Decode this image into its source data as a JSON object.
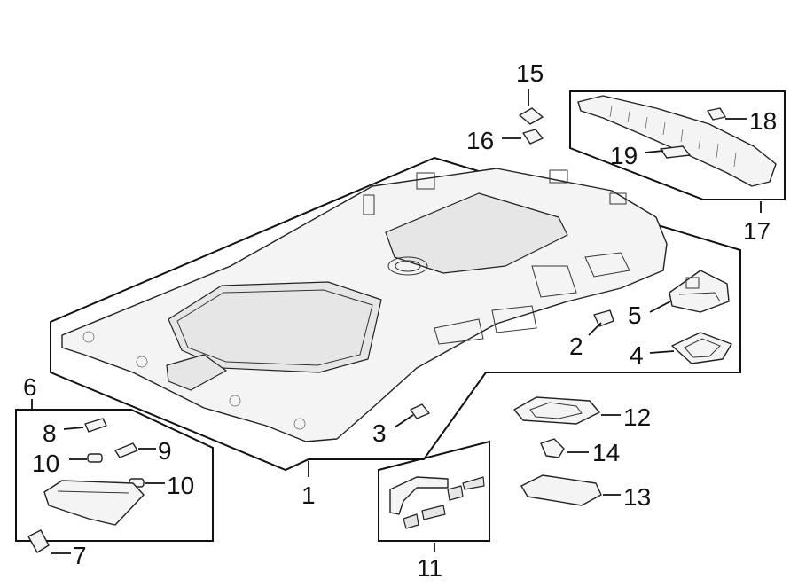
{
  "diagram": {
    "callouts": {
      "c1": "1",
      "c2": "2",
      "c3": "3",
      "c4": "4",
      "c5": "5",
      "c6": "6",
      "c7": "7",
      "c8": "8",
      "c9": "9",
      "c10a": "10",
      "c10b": "10",
      "c11": "11",
      "c12": "12",
      "c13": "13",
      "c14": "14",
      "c15": "15",
      "c16": "16",
      "c17": "17",
      "c18": "18",
      "c19": "19"
    },
    "parts": {
      "p1": "headliner",
      "p2": "clip",
      "p3": "bracket",
      "p4": "lamp-bezel",
      "p5": "lamp-housing",
      "p6": "sun-visor-group",
      "p7": "visor-holder",
      "p8": "pad",
      "p9": "pad",
      "p10": "clip",
      "p11": "grab-handle-group",
      "p12": "dome-lamp",
      "p13": "lens",
      "p14": "bulb",
      "p15": "retainer",
      "p16": "clip",
      "p17": "roof-trim-group",
      "p18": "clip",
      "p19": "bracket"
    }
  }
}
